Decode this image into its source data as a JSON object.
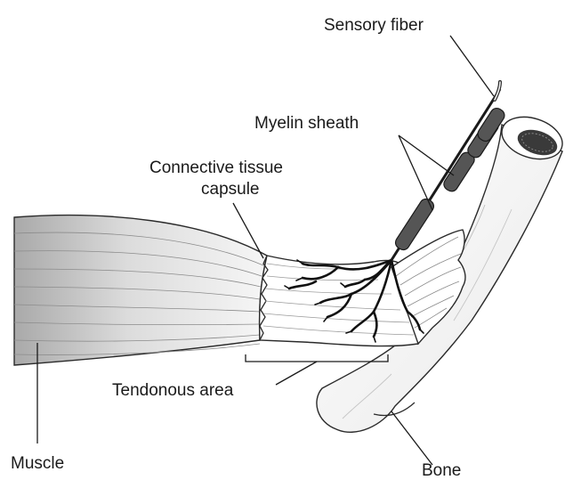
{
  "labels": {
    "sensory_fiber": "Sensory fiber",
    "myelin_sheath": "Myelin sheath",
    "capsule_line1": "Connective tissue",
    "capsule_line2": "capsule",
    "tendonous_area": "Tendonous area",
    "muscle": "Muscle",
    "bone": "Bone"
  },
  "colors": {
    "line": "#1a1a1a",
    "muscle_dark": "#b5b5b5",
    "muscle_light": "#f4f4f4",
    "myelin": "#555555",
    "bone_fill": "#f7f7f7"
  }
}
